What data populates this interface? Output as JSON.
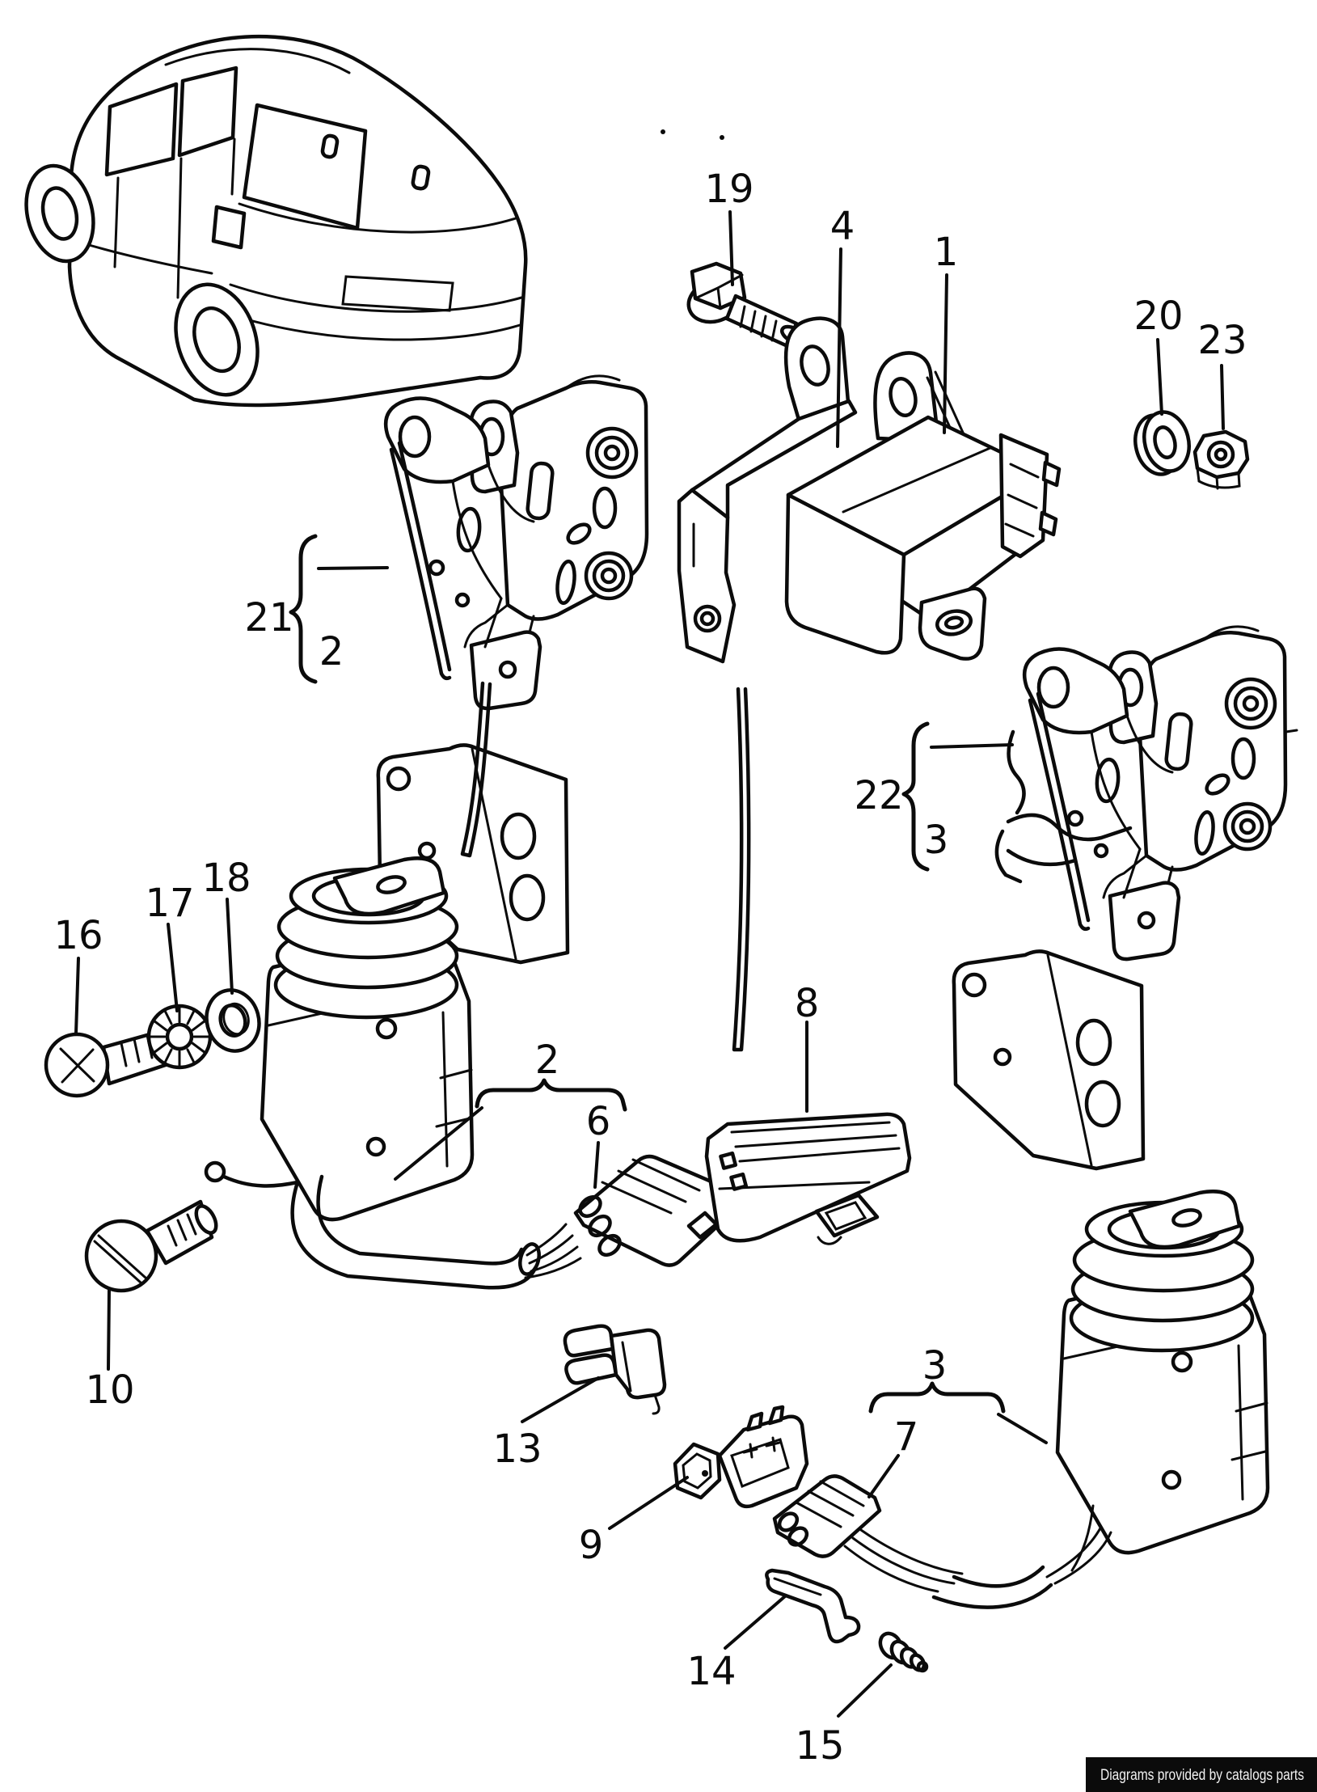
{
  "page": {
    "background": "#ffffff",
    "ink": "#0b0b0b"
  },
  "footer": {
    "text": "Diagrams provided by catalogs parts",
    "bg": "#0b0b0b",
    "fg": "#f2f2f2"
  },
  "callouts": [
    {
      "part": "19"
    },
    {
      "part": "4"
    },
    {
      "part": "1"
    },
    {
      "part": "20"
    },
    {
      "part": "23"
    },
    {
      "part": "21"
    },
    {
      "part": "2"
    },
    {
      "part": "22"
    },
    {
      "part": "3"
    },
    {
      "part": "16"
    },
    {
      "part": "17"
    },
    {
      "part": "18"
    },
    {
      "part": "2"
    },
    {
      "part": "6"
    },
    {
      "part": "8"
    },
    {
      "part": "10"
    },
    {
      "part": "13"
    },
    {
      "part": "9"
    },
    {
      "part": "7"
    },
    {
      "part": "3"
    },
    {
      "part": "14"
    },
    {
      "part": "15"
    }
  ]
}
